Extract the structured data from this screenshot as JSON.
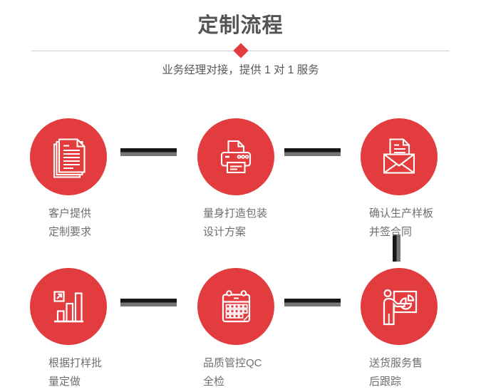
{
  "header": {
    "title": "定制流程",
    "subtitle": "业务经理对接，提供 1 对 1 服务"
  },
  "colors": {
    "accent_red": "#e23c3e",
    "title_gray": "#555353",
    "subtitle_gray": "#595757",
    "label_gray": "#6f6f6f",
    "connector_dark": "#161616",
    "connector_gray": "#747474",
    "divider_gray": "#cfcfcf"
  },
  "steps": [
    {
      "icon": "documents-icon",
      "label1": "客户提供",
      "label2": "定制要求"
    },
    {
      "icon": "printer-icon",
      "label1": "量身打造包装",
      "label2": "设计方案"
    },
    {
      "icon": "envelope-icon",
      "label1": "确认生产样板",
      "label2": "并签合同"
    },
    {
      "icon": "bar-chart-icon",
      "label1": "根据打样批",
      "label2": "量定做"
    },
    {
      "icon": "calendar-icon",
      "label1": "品质管控QC",
      "label2": "全检"
    },
    {
      "icon": "presenter-icon",
      "label1": "送货服务售",
      "label2": "后跟踪"
    }
  ]
}
